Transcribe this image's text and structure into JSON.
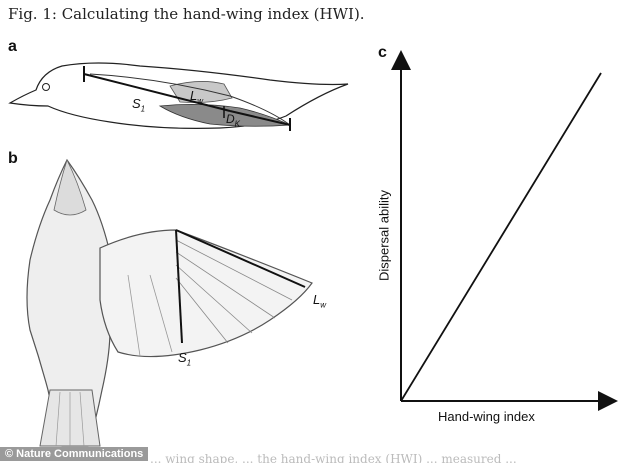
{
  "figure": {
    "title": "Fig. 1: Calculating the hand-wing index (HWI).",
    "credit": "© Nature Communications",
    "caption_cut": "... wing shape, ... the hand-wing index (HWI) ... measured ..."
  },
  "panels": {
    "a": {
      "letter": "a",
      "labels": {
        "s1": "S",
        "s1_sub": "1",
        "lw": "L",
        "lw_sub": "w",
        "dk": "D",
        "dk_sub": "K"
      }
    },
    "b": {
      "letter": "b",
      "labels": {
        "s1": "S",
        "s1_sub": "1",
        "lw": "L",
        "lw_sub": "w"
      }
    },
    "c": {
      "letter": "c",
      "x_label": "Hand-wing index",
      "y_label": "Dispersal ability"
    }
  },
  "colors": {
    "wing_shade_light": "#c8c8c8",
    "wing_shade_dark": "#8a8a8a",
    "line": "#111111",
    "credit_bg": "#9a9a9a"
  },
  "icons": {
    "bird_side": "bird-side-silhouette",
    "bird_top": "bird-top-view"
  }
}
